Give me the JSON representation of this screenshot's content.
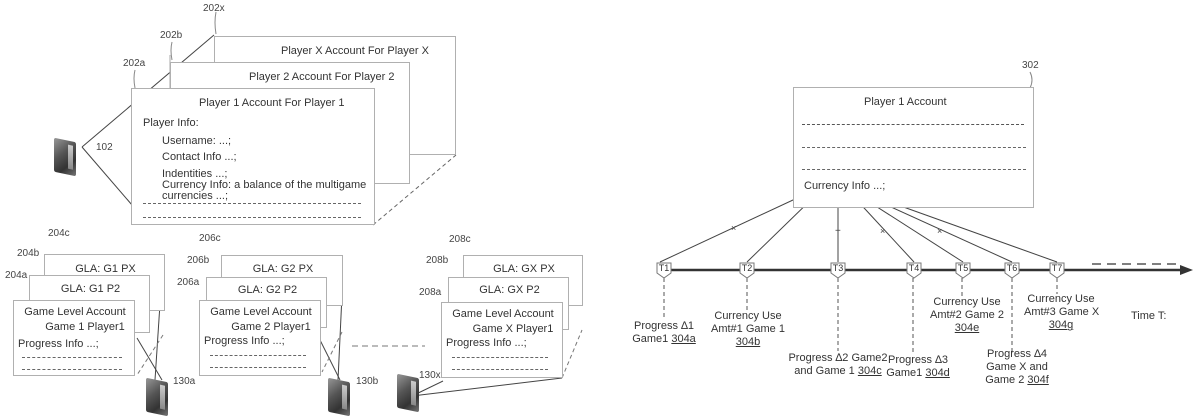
{
  "left_diagram": {
    "server_main": {
      "ref": "102",
      "icon": "server-icon"
    },
    "player_accounts": [
      {
        "ref": "202x",
        "title": "Player X Account For Player X"
      },
      {
        "ref": "202b",
        "title": "Player 2 Account For Player 2"
      },
      {
        "ref": "202a",
        "title": "Player 1 Account For Player 1",
        "player_info_label": "Player Info:",
        "fields": [
          "Username: ...;",
          "Contact Info ...;",
          "Indentities ...;"
        ],
        "currency_line1": "Currency Info:  a balance of the multigame",
        "currency_line2": "currencies ...;"
      }
    ],
    "game_groups": [
      {
        "server_ref": "130a",
        "accounts": [
          {
            "ref": "204c",
            "title": "GLA: G1 PX"
          },
          {
            "ref": "204b",
            "title": "GLA: G1 P2"
          },
          {
            "ref": "204a",
            "title_line1": "Game Level Account",
            "title_line2": "Game 1 Player1",
            "progress": "Progress Info ...;"
          }
        ]
      },
      {
        "server_ref": "130b",
        "accounts": [
          {
            "ref": "206c",
            "title": "GLA: G2 PX"
          },
          {
            "ref": "206b",
            "title": "GLA: G2 P2"
          },
          {
            "ref": "206a",
            "title_line1": "Game Level Account",
            "title_line2": "Game 2 Player1",
            "progress": "Progress Info ...;"
          }
        ]
      },
      {
        "server_ref": "130x",
        "accounts": [
          {
            "ref": "208c",
            "title": "GLA: GX PX"
          },
          {
            "ref": "208b",
            "title": "GLA: GX P2"
          },
          {
            "ref": "208a",
            "title_line1": "Game Level Account",
            "title_line2": "Game X Player1",
            "progress": "Progress Info ...;"
          }
        ]
      }
    ]
  },
  "right_diagram": {
    "account": {
      "ref": "302",
      "title": "Player 1 Account",
      "currency": "Currency Info ...;"
    },
    "timeline": {
      "axis_label": "Time T:",
      "markers": [
        "T1",
        "T2",
        "T3",
        "T4",
        "T5",
        "T6",
        "T7"
      ],
      "events": [
        {
          "marker": "T1",
          "line1": "Progress ∆1",
          "line2": "Game1",
          "ref": "304a"
        },
        {
          "marker": "T2",
          "line1": "Currency Use",
          "line2": "Amt#1 Game 1",
          "ref": "304b"
        },
        {
          "marker": "T3",
          "line1": "Progress ∆2 Game2",
          "line2": "and Game 1",
          "ref": "304c"
        },
        {
          "marker": "T4",
          "line1": "Progress ∆3",
          "line2": "Game1",
          "ref": "304d"
        },
        {
          "marker": "T5",
          "line1": "Currency Use",
          "line2": "Amt#2 Game 2",
          "ref": "304e"
        },
        {
          "marker": "T6",
          "line1": "Progress ∆4",
          "line2": "Game X and",
          "line3": "Game 2",
          "ref": "304f"
        },
        {
          "marker": "T7",
          "line1": "Currency Use",
          "line2": "Amt#3 Game X",
          "ref": "304g"
        }
      ]
    }
  }
}
